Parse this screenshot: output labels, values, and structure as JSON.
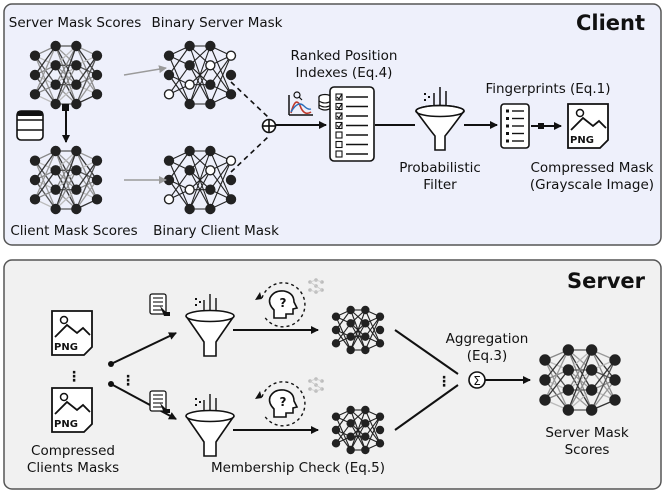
{
  "client": {
    "title": "Client",
    "server_mask_scores": "Server Mask Scores",
    "binary_server_mask": "Binary Server Mask",
    "client_mask_scores": "Client Mask Scores",
    "binary_client_mask": "Binary Client Mask",
    "ranked_line1": "Ranked Position",
    "ranked_line2": "Indexes (Eq.4)",
    "fingerprints": "Fingerprints (Eq.1)",
    "filter_line1": "Probabilistic",
    "filter_line2": "Filter",
    "compressed_line1": "Compressed Mask",
    "compressed_line2": "(Grayscale Image)",
    "xor_symbol": "⊕"
  },
  "server": {
    "title": "Server",
    "compressed_line1": "Compressed",
    "compressed_line2": "Clients Masks",
    "membership_check": "Membership Check (Eq.5)",
    "aggregation_line1": "Aggregation",
    "aggregation_line2": "(Eq.3)",
    "server_scores_line1": "Server Mask",
    "server_scores_line2": "Scores",
    "sigma_symbol": "Σ",
    "question_symbol": "?"
  },
  "png_label": "PNG",
  "colors": {
    "client_bg": "#eef0fb",
    "server_bg": "#f1f1f1",
    "border": "#555555",
    "node": "#222222",
    "grey_arrow": "#9a9a9a",
    "chart_red": "#c0392b",
    "chart_blue": "#2c6fbb"
  }
}
